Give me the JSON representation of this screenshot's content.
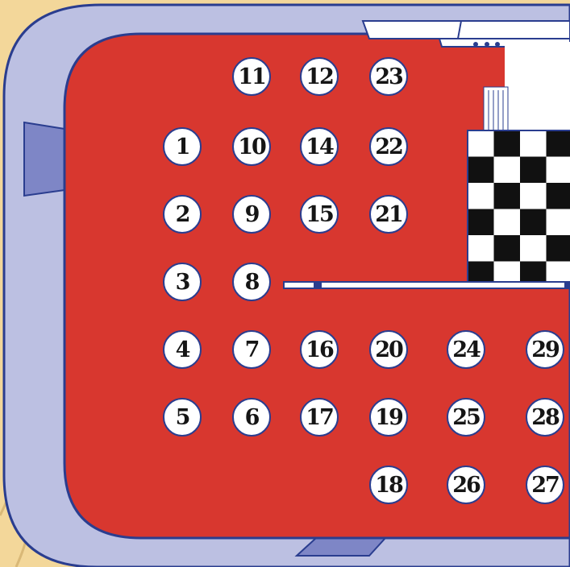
{
  "colors": {
    "background": "#f3d79a",
    "frame": "#bcc0e2",
    "frame_outline": "#2a3d8f",
    "play_area": "#d8372f",
    "checker_dark": "#111111",
    "checker_light": "#ffffff",
    "spot_fill": "#ffffff",
    "spot_text": "#151515"
  },
  "spots": [
    {
      "label": "1",
      "row": 2,
      "col": 0
    },
    {
      "label": "2",
      "row": 3,
      "col": 0
    },
    {
      "label": "3",
      "row": 4,
      "col": 0
    },
    {
      "label": "4",
      "row": 5,
      "col": 0
    },
    {
      "label": "5",
      "row": 6,
      "col": 0
    },
    {
      "label": "6",
      "row": 6,
      "col": 1
    },
    {
      "label": "7",
      "row": 5,
      "col": 1
    },
    {
      "label": "8",
      "row": 4,
      "col": 1
    },
    {
      "label": "9",
      "row": 3,
      "col": 1
    },
    {
      "label": "10",
      "row": 2,
      "col": 1
    },
    {
      "label": "11",
      "row": 1,
      "col": 1
    },
    {
      "label": "12",
      "row": 1,
      "col": 2
    },
    {
      "label": "14",
      "row": 2,
      "col": 2
    },
    {
      "label": "15",
      "row": 3,
      "col": 2
    },
    {
      "label": "16",
      "row": 5,
      "col": 2
    },
    {
      "label": "17",
      "row": 6,
      "col": 2
    },
    {
      "label": "18",
      "row": 7,
      "col": 3
    },
    {
      "label": "19",
      "row": 6,
      "col": 3
    },
    {
      "label": "20",
      "row": 5,
      "col": 3
    },
    {
      "label": "21",
      "row": 3,
      "col": 3
    },
    {
      "label": "22",
      "row": 2,
      "col": 3
    },
    {
      "label": "23",
      "row": 1,
      "col": 3
    },
    {
      "label": "24",
      "row": 5,
      "col": 4
    },
    {
      "label": "25",
      "row": 6,
      "col": 4
    },
    {
      "label": "26",
      "row": 7,
      "col": 4
    },
    {
      "label": "27",
      "row": 7,
      "col": 5
    },
    {
      "label": "28",
      "row": 6,
      "col": 5
    },
    {
      "label": "29",
      "row": 5,
      "col": 5
    }
  ]
}
